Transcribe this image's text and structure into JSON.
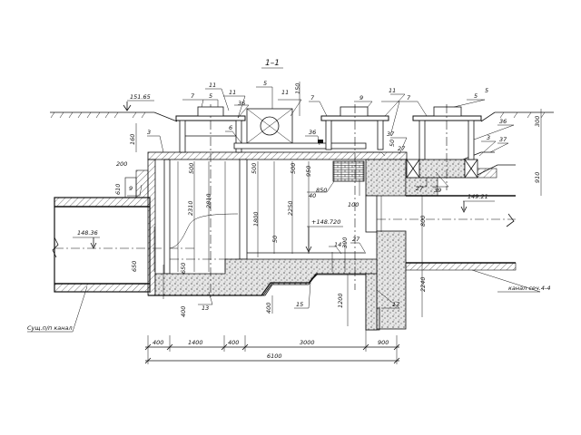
{
  "section_title": "1–1",
  "ground": {
    "elevation": "151.65",
    "left_pipe_elevation": "148.36",
    "right_pipe_elevation": "149.21",
    "floor_elevation": "+148.720"
  },
  "callouts": {
    "c3a": "3",
    "c3b": "3",
    "c5a": "5",
    "c5b": "5",
    "c5c": "5",
    "c5d": "5",
    "c6": "6",
    "c7a": "7",
    "c7b": "7",
    "c7c": "7",
    "c9a": "9",
    "c9b": "9",
    "c11a": "11",
    "c11b": "11",
    "c11c": "11",
    "c11d": "11",
    "c13": "13",
    "c14": "14",
    "c15": "15",
    "c17": "17",
    "c27a": "27",
    "c27b": "27",
    "c36a": "36",
    "c36b": "36",
    "c36c": "36",
    "c37a": "37",
    "c37b": "37",
    "c39": "39",
    "c40": "40"
  },
  "dims": {
    "d160": "160",
    "d200": "200",
    "d610": "610",
    "d650": "650",
    "d500a": "500",
    "d500b": "500",
    "d500c": "500",
    "d2310": "2310",
    "d2810": "2810",
    "d1800": "1800",
    "d2250": "2250",
    "d950": "950",
    "d850": "850",
    "d100": "100",
    "d50a": "50",
    "d50b": "50",
    "d800": "800",
    "d2240": "2240",
    "d910": "910",
    "d300": "300",
    "d150": "150",
    "d650b": "650",
    "d400a": "400",
    "d400b": "400",
    "d390": "390",
    "d1200": "1200"
  },
  "bottom_dims": {
    "a": "400",
    "b": "1400",
    "c": "400",
    "d": "3000",
    "e": "900",
    "total": "6100"
  },
  "labels": {
    "existing_channel": "Сущ.п/п канал",
    "channel_ref": "канал сеч.4-4"
  }
}
